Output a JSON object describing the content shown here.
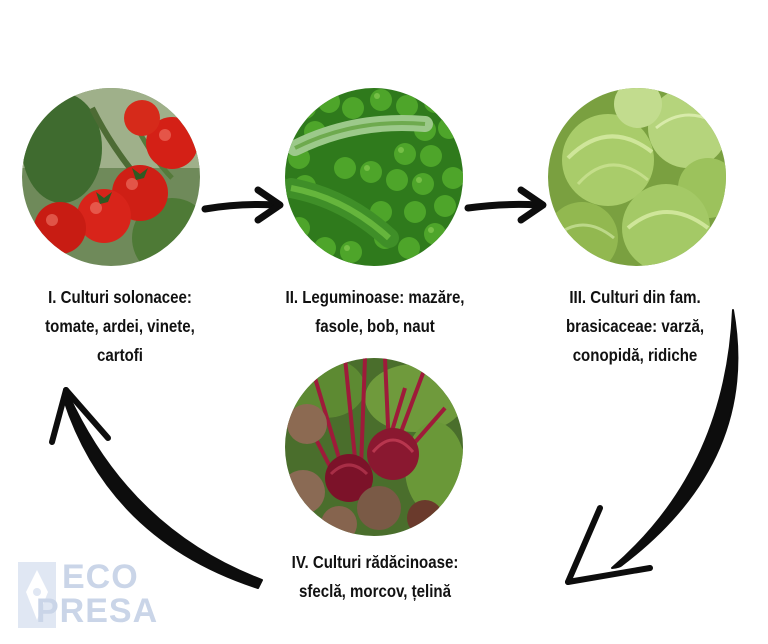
{
  "stages": [
    {
      "id": "solanaceae",
      "icon": "tomato-icon",
      "lines": [
        "I. Culturi solonacee:",
        "tomate, ardei, vinete,",
        "cartofi"
      ]
    },
    {
      "id": "legumes",
      "icon": "peas-icon",
      "lines": [
        "II. Leguminoase: mazăre,",
        "fasole, bob, naut"
      ]
    },
    {
      "id": "brassicas",
      "icon": "cabbage-icon",
      "lines": [
        "III. Culturi din fam.",
        "brasicaceae: varză,",
        "conopidă, ridiche"
      ]
    },
    {
      "id": "roots",
      "icon": "beetroot-icon",
      "lines": [
        "IV. Culturi rădăcinoase:",
        "sfeclă, morcov, țelină"
      ]
    }
  ],
  "logo": {
    "line1": "ECO",
    "line2": "PRESA",
    "color": "#9fb4d6"
  },
  "colors": {
    "arrow": "#0d0d0d",
    "text": "#111111"
  }
}
